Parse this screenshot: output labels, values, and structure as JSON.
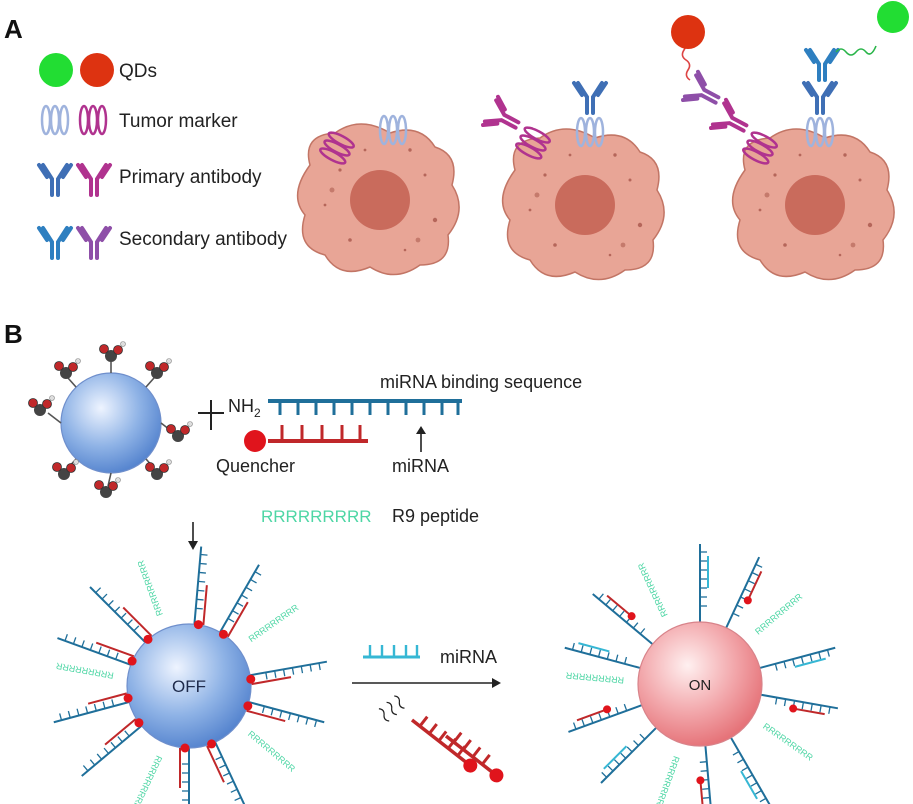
{
  "panelA": {
    "letter": "A",
    "legend": {
      "qds": "QDs",
      "tumor_marker": "Tumor marker",
      "primary_antibody": "Primary antibody",
      "secondary_antibody": "Secondary antibody"
    }
  },
  "panelB": {
    "letter": "B",
    "nh2": "NH",
    "nh2_sub": "2",
    "mirna_binding_sequence": "miRNA binding sequence",
    "quencher": "Quencher",
    "mirna_label": "miRNA",
    "r9_sequence": "RRRRRRRRR",
    "r9_peptide": "R9 peptide",
    "off_label": "OFF",
    "on_label": "ON",
    "mirna_arrow_label": "miRNA"
  },
  "colors": {
    "qd_green": "#22dd33",
    "qd_red": "#dd3311",
    "cell_fill": "#e8a596",
    "nucleus": "#c96b5c",
    "tumor_marker": "#a8b8e0",
    "primary_blue": "#3f6fb5",
    "primary_magenta": "#b0338f",
    "secondary_teal": "#2e7fc0",
    "secondary_purple": "#8e4fa8",
    "dna_blue": "#1f6f9a",
    "dna_red": "#c0282a",
    "r9_green": "#4ed6a5",
    "mirna_cyan": "#36b7d4"
  }
}
